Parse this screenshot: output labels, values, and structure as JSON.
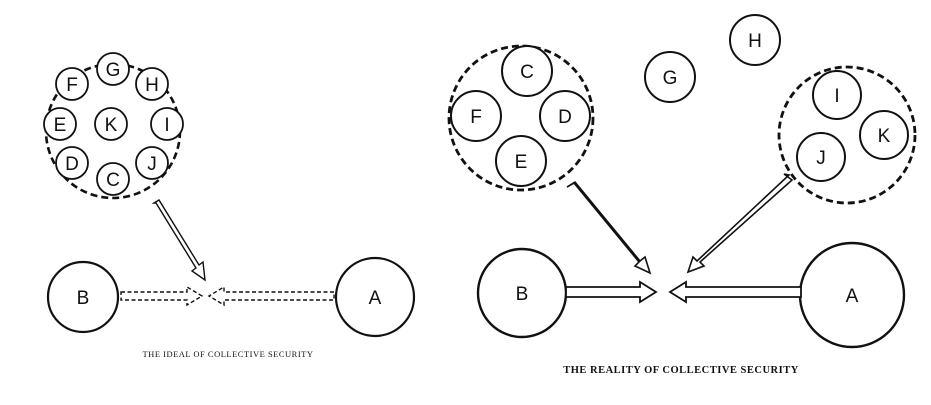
{
  "ideal": {
    "caption": "THE IDEAL OF COLLECTIVE SECURITY",
    "group_nodes": [
      "F",
      "G",
      "H",
      "E",
      "K",
      "I",
      "D",
      "C",
      "J"
    ],
    "party_b": "B",
    "party_a": "A"
  },
  "reality": {
    "caption": "THE REALITY OF COLLECTIVE SECURITY",
    "left_group_nodes": [
      "C",
      "F",
      "D",
      "E"
    ],
    "free_nodes": [
      "G",
      "H"
    ],
    "right_group_nodes": [
      "I",
      "K",
      "J"
    ],
    "party_b": "B",
    "party_a": "A"
  },
  "colors": {
    "ink": "#111111",
    "background": "#ffffff"
  }
}
